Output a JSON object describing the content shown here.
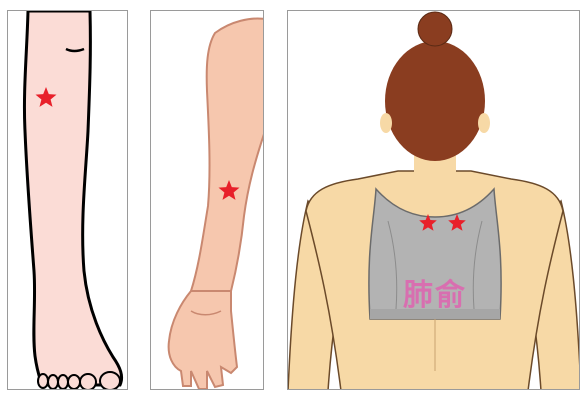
{
  "panels": [
    {
      "name": "leg",
      "marker": "star"
    },
    {
      "name": "arm",
      "marker": "star"
    },
    {
      "name": "back",
      "marker": "star",
      "label": "肺俞"
    }
  ],
  "colors": {
    "star": "#e8202a",
    "leg_skin": "#fbdcd6",
    "arm_skin": "#f6c7ae",
    "back_skin": "#f7d9a6",
    "hair": "#8a3d20",
    "top": "#b3b3b3",
    "label": "#d86fb0",
    "outline": "#000000",
    "panel_border": "#9a9a9a"
  },
  "icons": [
    "acupoint-star-icon"
  ]
}
